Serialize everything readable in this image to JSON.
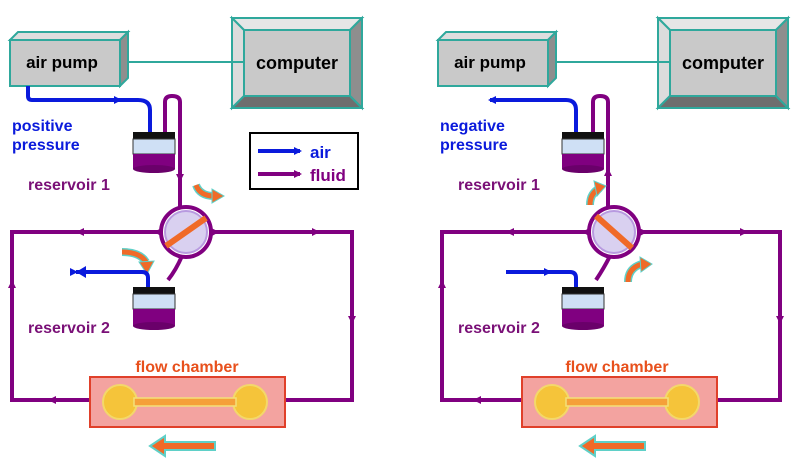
{
  "legend": {
    "air": "air",
    "fluid": "fluid"
  },
  "panels": [
    {
      "air_pump": "air pump",
      "computer": "computer",
      "pressure_line1": "positive",
      "pressure_line2": "pressure",
      "reservoir1": "reservoir 1",
      "reservoir2": "reservoir 2",
      "flow_chamber": "flow chamber"
    },
    {
      "air_pump": "air pump",
      "computer": "computer",
      "pressure_line1": "negative",
      "pressure_line2": "pressure",
      "reservoir1": "reservoir 1",
      "reservoir2": "reservoir 2",
      "flow_chamber": "flow chamber"
    }
  ],
  "colors": {
    "air": "#0a1adc",
    "fluid": "#800080",
    "valve_orange": "#f06a28",
    "chamber_fill": "#f3a3a0",
    "chamber_border": "#e0402a",
    "box_fill": "#c9c9c9",
    "teal": "#2fa89c",
    "label_purple": "#7a1077",
    "flow_label": "#e8501c"
  }
}
